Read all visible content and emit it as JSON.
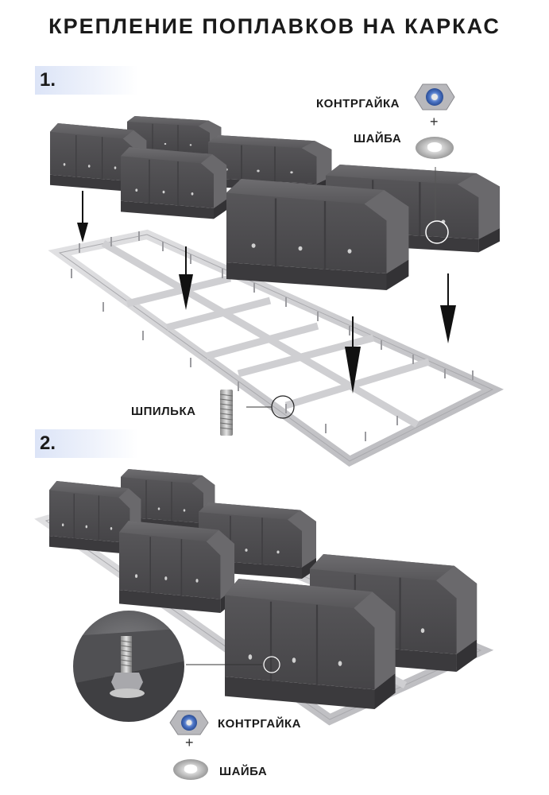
{
  "title": "КРЕПЛЕНИЕ ПОПЛАВКОВ НА КАРКАС",
  "steps": [
    {
      "number": "1.",
      "labels": {
        "locknut": "КОНТРГАЙКА",
        "plus": "+",
        "washer": "ШАЙБА",
        "stud": "ШПИЛЬКА"
      }
    },
    {
      "number": "2.",
      "labels": {
        "locknut": "КОНТРГАЙКА",
        "plus": "+",
        "washer": "ШАЙБА"
      }
    }
  ],
  "icons": {
    "float": "float-block-icon",
    "frame": "steel-frame-icon",
    "arrow": "down-arrow-icon",
    "locknut": "locknut-icon",
    "washer": "washer-icon",
    "stud": "threaded-stud-icon"
  },
  "colors": {
    "float": "#5b5a5d",
    "frame": "#c9c9cc",
    "accent": "#dce4f7"
  }
}
